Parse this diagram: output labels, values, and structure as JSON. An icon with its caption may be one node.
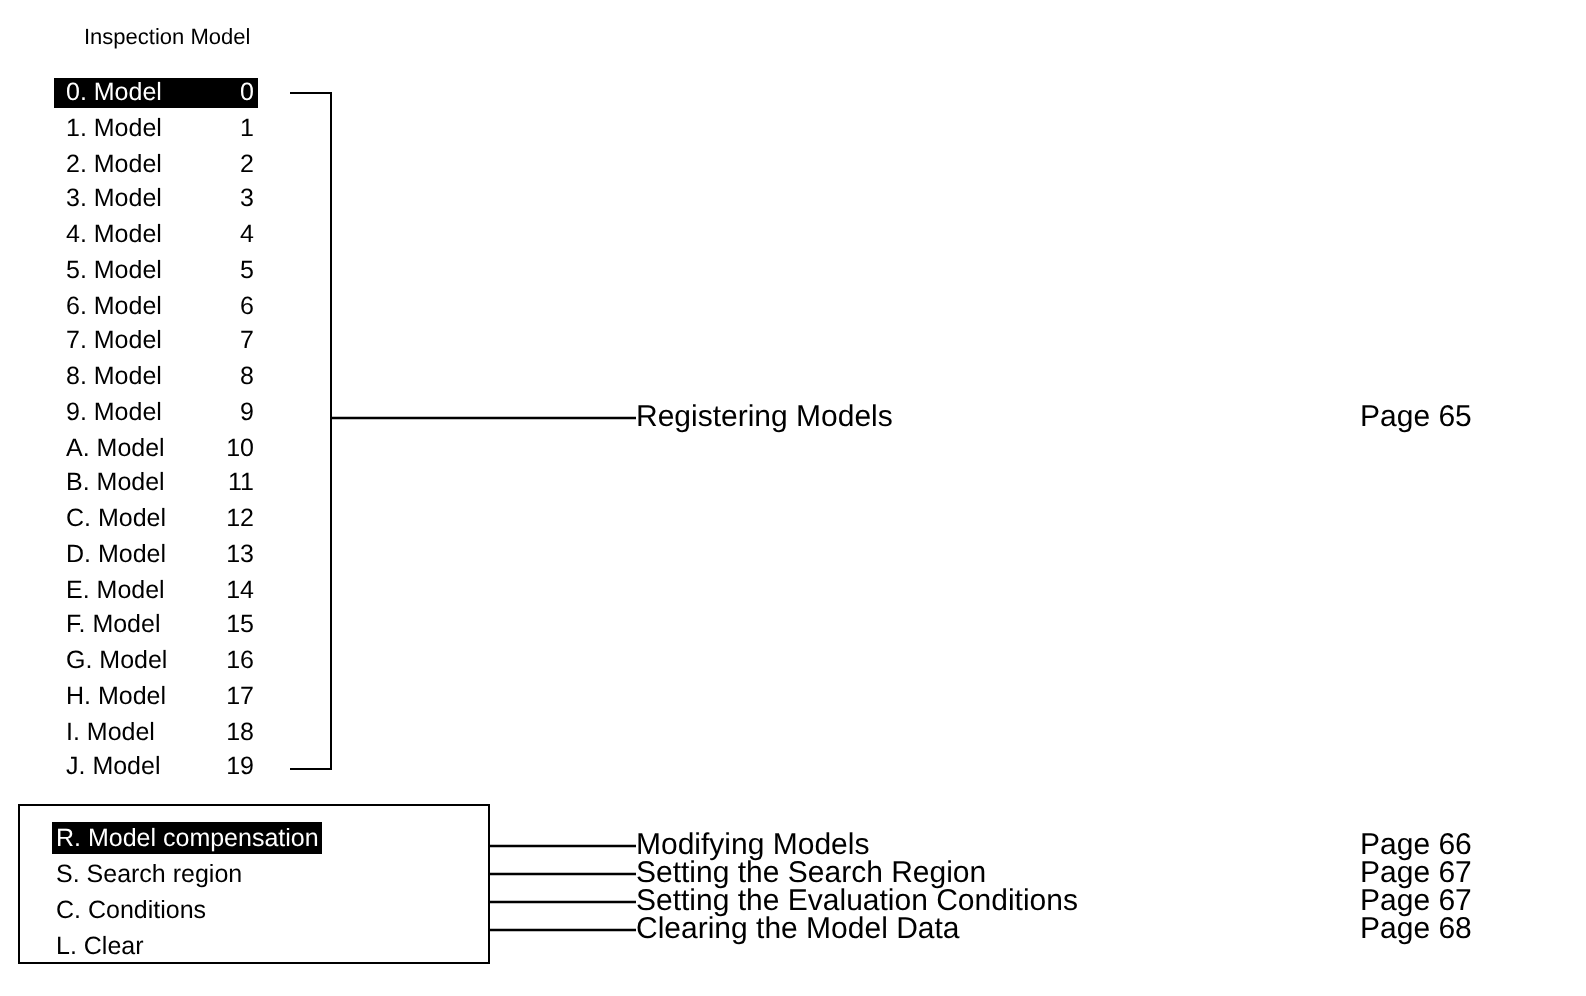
{
  "diagram": {
    "title": "Inspection Model",
    "nodes": [
      {
        "text": [
          "0. Model",
          "0"
        ]
      },
      {
        "text": [
          "1. Model",
          "1"
        ]
      },
      {
        "text": [
          "2. Model",
          "2"
        ]
      },
      {
        "text": [
          "3. Model",
          "3"
        ]
      },
      {
        "text": [
          "4. Model",
          "4"
        ]
      },
      {
        "text": [
          "5. Model",
          "5"
        ]
      },
      {
        "text": [
          "6. Model",
          "6"
        ]
      },
      {
        "text": [
          "7. Model",
          "7"
        ]
      },
      {
        "text": [
          "8. Model",
          "8"
        ]
      },
      {
        "text": [
          "9. Model",
          "9"
        ]
      },
      {
        "text": [
          "A. Model",
          "10"
        ]
      },
      {
        "text": [
          "B. Model",
          "11"
        ]
      },
      {
        "text": [
          "C. Model",
          "12"
        ]
      },
      {
        "text": [
          "D. Model",
          "13"
        ]
      },
      {
        "text": [
          "E. Model",
          "14"
        ]
      },
      {
        "text": [
          "F. Model",
          "15"
        ]
      },
      {
        "text": [
          "G. Model",
          "16"
        ]
      },
      {
        "text": [
          "H. Model",
          "17"
        ]
      },
      {
        "text": [
          "I. Model",
          "18"
        ]
      },
      {
        "text": [
          "J. Model",
          "19"
        ]
      },
      {
        "text": [
          "Registering Models"
        ],
        "beside": [
          "Page 65"
        ]
      },
      {
        "text": [],
        "shape": "box"
      },
      {
        "text": [
          "R. Model compensation"
        ],
        "in": 21
      },
      {
        "text": [
          "S. Search region"
        ],
        "in": 21
      },
      {
        "text": [
          "C. Conditions"
        ],
        "in": 21
      },
      {
        "text": [
          "L. Clear"
        ],
        "in": 21
      },
      {
        "text": [
          "Modifying Models"
        ],
        "beside": [
          "Page 66"
        ]
      },
      {
        "text": [
          "Setting the Search Region"
        ],
        "beside": [
          "Page 67"
        ]
      },
      {
        "text": [
          "Setting the Evaluation Conditions"
        ],
        "beside": [
          "Page 67"
        ]
      },
      {
        "text": [
          "Clearing the Model Data"
        ],
        "beside": [
          "Page 68"
        ]
      },
      {
        "text": [],
        "shape": "bracket"
      }
    ],
    "edges": [
      {
        "from": 30,
        "to": 20,
        "arrow": "none"
      },
      {
        "from": 21,
        "to": 26,
        "arrow": "none"
      },
      {
        "from": 21,
        "to": 27,
        "arrow": "none"
      },
      {
        "from": 21,
        "to": 28,
        "arrow": "none"
      },
      {
        "from": 21,
        "to": 29,
        "arrow": "none"
      }
    ]
  }
}
